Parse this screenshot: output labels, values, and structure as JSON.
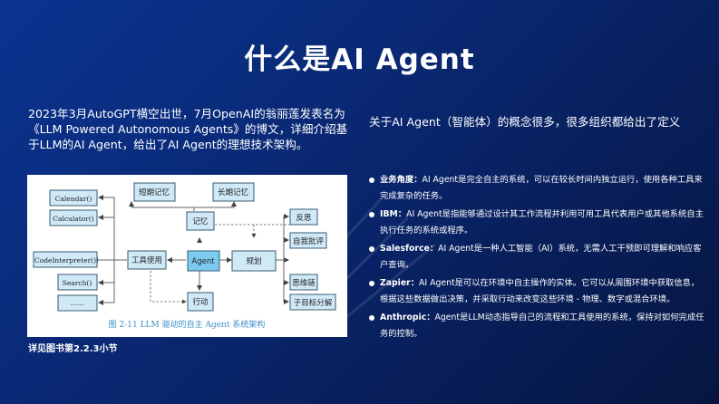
{
  "slide": {
    "title": "什么是AI Agent",
    "intro_left": "2023年3月AutoGPT横空出世，7月OpenAI的翁丽莲发表名为《LLM Powered Autonomous Agents》的博文，详细介绍基于LLM的AI Agent，给出了AI Agent的理想技术架构。",
    "intro_right": "关于AI Agent（智能体）的概念很多，很多组织都给出了定义",
    "note": "详见图书第2.2.3小节"
  },
  "diagram": {
    "caption": "图 2-11   LLM 驱动的自主 Agent 系统架构",
    "center": "Agent",
    "memory": "记忆",
    "short_term": "短期记忆",
    "long_term": "长期记忆",
    "tools": "工具使用",
    "planning": "规划",
    "action": "行动",
    "tool_items": [
      "Calendar()",
      "Calculator()",
      "CodeInterpreter()",
      "Search()",
      "……"
    ],
    "plan_items": [
      "反思",
      "自我批评",
      "思维链",
      "子目标分解"
    ],
    "colors": {
      "box_fill": "#cfe9f7",
      "center_fill": "#7ccbee",
      "border": "#3a5a72",
      "caption": "#3b8fc4"
    }
  },
  "definitions": [
    {
      "org": "业务角度：",
      "text": "AI Agent是完全自主的系统，可以在较长时间内独立运行，使用各种工具来完成复杂的任务。"
    },
    {
      "org": "IBM：",
      "text": "AI Agent是指能够通过设计其工作流程并利用可用工具代表用户或其他系统自主执行任务的系统或程序。"
    },
    {
      "org": "Salesforce：",
      "text": "AI Agent是一种人工智能（AI）系统，无需人工干预即可理解和响应客户查询。"
    },
    {
      "org": "Zapier：",
      "text": "AI Agent是可以在环境中自主操作的实体。它可以从周围环境中获取信息，根据这些数据做出决策，并采取行动来改变这些环境 - 物理、数字或混合环境。"
    },
    {
      "org": "Anthropic：",
      "text": "Agent是LLM动态指导自己的流程和工具使用的系统，保持对如何完成任务的控制。"
    }
  ]
}
